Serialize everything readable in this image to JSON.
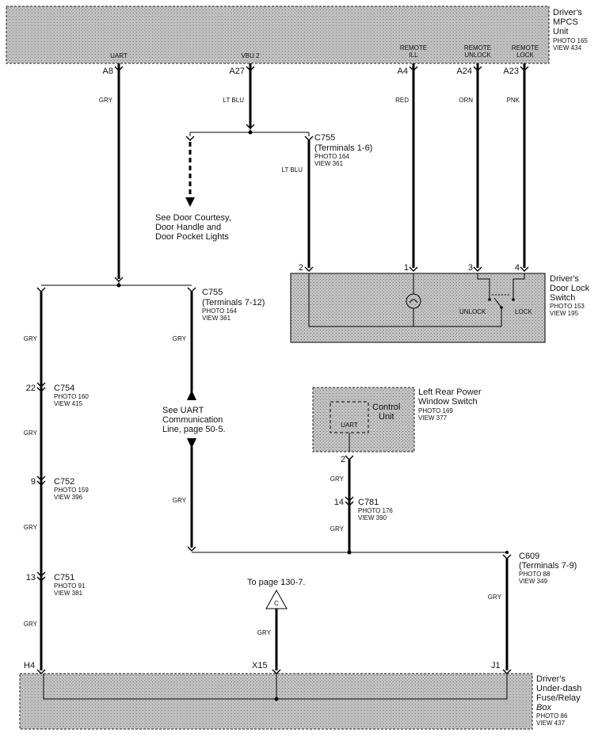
{
  "mpcs_unit": {
    "name": [
      "Driver's",
      "MPCS",
      "Unit"
    ],
    "photo": "PHOTO 165",
    "view": "VIEW 434",
    "terminals": [
      {
        "signal": [
          "UART"
        ],
        "pin": "A8",
        "wire": "GRY"
      },
      {
        "signal": [
          "VBU 2"
        ],
        "pin": "A27",
        "wire": "LT BLU"
      },
      {
        "signal": [
          "REMOTE",
          "ILL"
        ],
        "pin": "A4",
        "wire": "RED"
      },
      {
        "signal": [
          "REMOTE",
          "UNLOCK"
        ],
        "pin": "A24",
        "wire": "ORN"
      },
      {
        "signal": [
          "REMOTE",
          "LOCK"
        ],
        "pin": "A23",
        "wire": "PNK"
      }
    ]
  },
  "c755_upper": {
    "name": "C755",
    "terminals": "(Terminals 1-6)",
    "photo": "PHOTO 164",
    "view": "VIEW 361",
    "wire": "LT BLU"
  },
  "door_lights_ref": [
    "See Door Courtesy,",
    "Door Handle and",
    "Door Pocket Lights"
  ],
  "door_lock_switch": {
    "name": [
      "Driver's",
      "Door Lock",
      "Switch"
    ],
    "photo": "PHOTO 153",
    "view": "VIEW 195",
    "pins": [
      "2",
      "1",
      "3",
      "4"
    ],
    "positions": [
      "UNLOCK",
      "LOCK"
    ]
  },
  "c755_lower": {
    "name": "C755",
    "terminals": "(Terminals 7-12)",
    "photo": "PHOTO 164",
    "view": "VIEW 361",
    "wire": "GRY"
  },
  "uart_ref": {
    "text": [
      "See UART",
      "Communication",
      "Line, page 50-5."
    ],
    "wire_below": "GRY"
  },
  "left_wire": {
    "segments": [
      "GRY",
      "GRY",
      "GRY",
      "GRY"
    ],
    "connectors": [
      {
        "pin": "22",
        "name": "C754",
        "photo": "PHOTO 160",
        "view": "VIEW 415"
      },
      {
        "pin": "9",
        "name": "C752",
        "photo": "PHOTO 159",
        "view": "VIEW 396"
      },
      {
        "pin": "13",
        "name": "C751",
        "photo": "PHOTO 91",
        "view": "VIEW 381"
      }
    ]
  },
  "rear_window_switch": {
    "name": [
      "Left Rear Power",
      "Window Switch"
    ],
    "photo": "PHOTO 169",
    "view": "VIEW 377",
    "control_unit": [
      "Control",
      "Unit"
    ],
    "inner_label": "UART",
    "pin": "2",
    "wire_above": "GRY",
    "connector": {
      "pin": "14",
      "name": "C781",
      "photo": "PHOTO 176",
      "view": "VIEW 390"
    },
    "wire_below": "GRY"
  },
  "c609": {
    "name": "C609",
    "terminals": "(Terminals 7-9)",
    "photo": "PHOTO 88",
    "view": "VIEW 349",
    "wire": "GRY"
  },
  "page_ref": {
    "text": "To page 130-7.",
    "symbol": "C",
    "wire": "GRY"
  },
  "fuse_box": {
    "name": [
      "Driver's",
      "Under-dash",
      "Fuse/Relay",
      "Box"
    ],
    "photo": "PHOTO 86",
    "view": "VIEW 437",
    "pins": [
      "H4",
      "X15",
      "J1"
    ]
  }
}
